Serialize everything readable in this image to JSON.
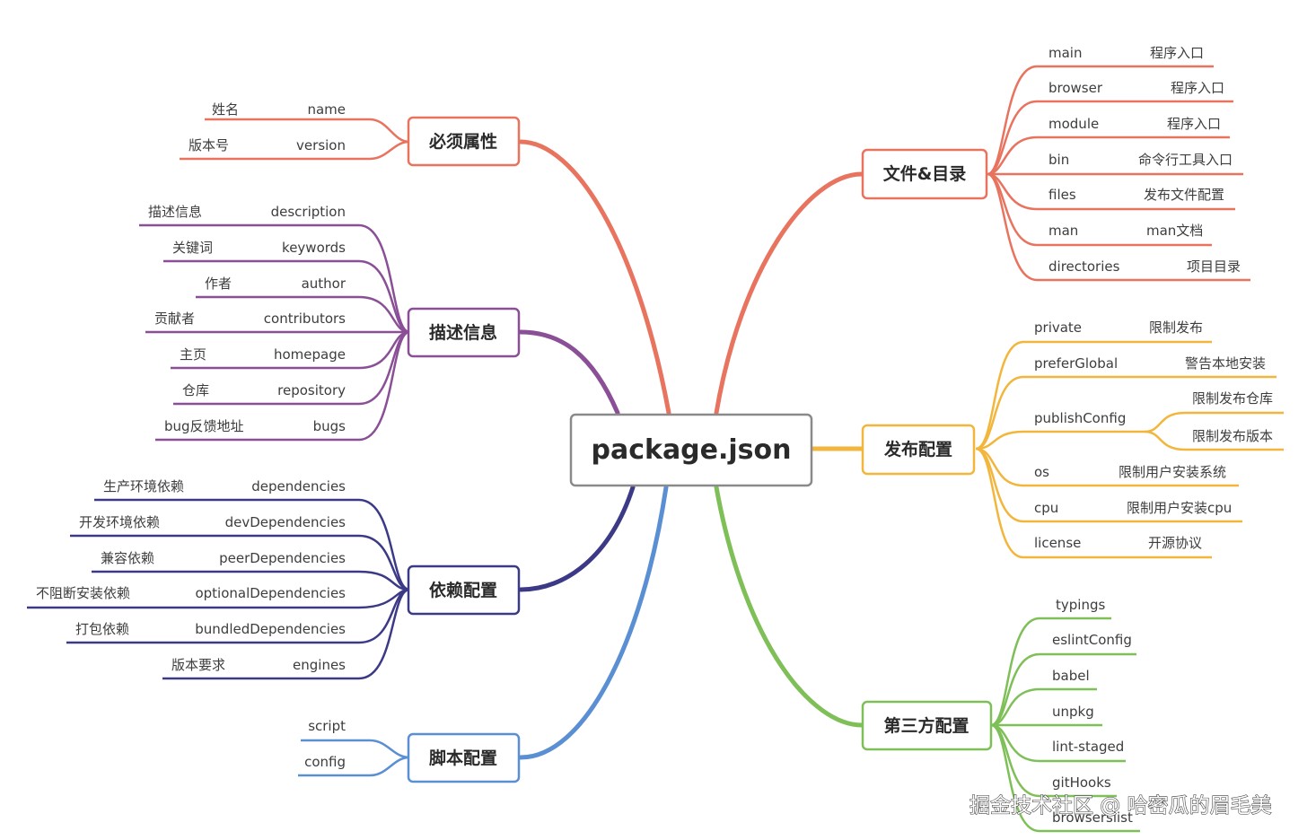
{
  "root": "package.json",
  "watermark": "掘金技术社区 @ 哈密瓜的眉毛美",
  "colors": {
    "root_border": "#8a8a8a",
    "required": "#e8735f",
    "description": "#8a4f96",
    "dependencies": "#3c3a87",
    "scripts": "#5a8fd4",
    "files": "#e8735f",
    "publish": "#f2b63c",
    "third_party": "#7fbf58"
  },
  "branches": {
    "required": {
      "title": "必须属性",
      "items": [
        {
          "key": "name",
          "desc": "姓名"
        },
        {
          "key": "version",
          "desc": "版本号"
        }
      ]
    },
    "description": {
      "title": "描述信息",
      "items": [
        {
          "key": "description",
          "desc": "描述信息"
        },
        {
          "key": "keywords",
          "desc": "关键词"
        },
        {
          "key": "author",
          "desc": "作者"
        },
        {
          "key": "contributors",
          "desc": "贡献者"
        },
        {
          "key": "homepage",
          "desc": "主页"
        },
        {
          "key": "repository",
          "desc": "仓库"
        },
        {
          "key": "bugs",
          "desc": "bug反馈地址"
        }
      ]
    },
    "dependencies": {
      "title": "依赖配置",
      "items": [
        {
          "key": "dependencies",
          "desc": "生产环境依赖"
        },
        {
          "key": "devDependencies",
          "desc": "开发环境依赖"
        },
        {
          "key": "peerDependencies",
          "desc": "兼容依赖"
        },
        {
          "key": "optionalDependencies",
          "desc": "不阻断安装依赖"
        },
        {
          "key": "bundledDependencies",
          "desc": "打包依赖"
        },
        {
          "key": "engines",
          "desc": "版本要求"
        }
      ]
    },
    "scripts": {
      "title": "脚本配置",
      "items": [
        {
          "key": "script"
        },
        {
          "key": "config"
        }
      ]
    },
    "files": {
      "title": "文件&目录",
      "items": [
        {
          "key": "main",
          "desc": "程序入口"
        },
        {
          "key": "browser",
          "desc": "程序入口"
        },
        {
          "key": "module",
          "desc": "程序入口"
        },
        {
          "key": "bin",
          "desc": "命令行工具入口"
        },
        {
          "key": "files",
          "desc": "发布文件配置"
        },
        {
          "key": "man",
          "desc": "man文档"
        },
        {
          "key": "directories",
          "desc": "项目目录"
        }
      ]
    },
    "publish": {
      "title": "发布配置",
      "items": [
        {
          "key": "private",
          "desc": "限制发布"
        },
        {
          "key": "preferGlobal",
          "desc": "警告本地安装"
        },
        {
          "key": "publishConfig",
          "subs": [
            "限制发布仓库",
            "限制发布版本"
          ]
        },
        {
          "key": "os",
          "desc": "限制用户安装系统"
        },
        {
          "key": "cpu",
          "desc": "限制用户安装cpu"
        },
        {
          "key": "license",
          "desc": "开源协议"
        }
      ]
    },
    "third_party": {
      "title": "第三方配置",
      "items": [
        {
          "key": "typings"
        },
        {
          "key": "eslintConfig"
        },
        {
          "key": "babel"
        },
        {
          "key": "unpkg"
        },
        {
          "key": "lint-staged"
        },
        {
          "key": "gitHooks"
        },
        {
          "key": "browserslist"
        }
      ]
    }
  }
}
